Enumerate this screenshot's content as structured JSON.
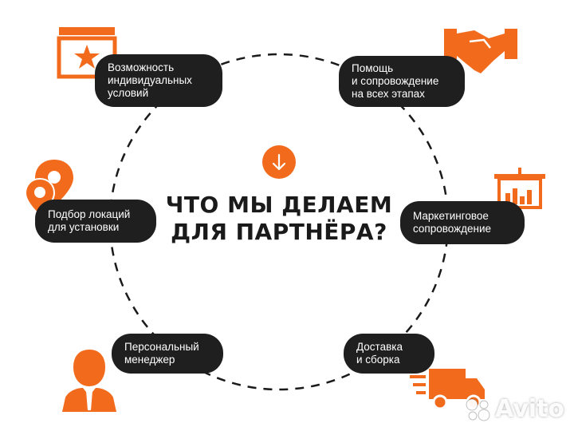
{
  "title": "ЧТО МЫ ДЕЛАЕМ\nДЛЯ ПАРТНЁРА?",
  "accent_color": "#f26b1d",
  "pill_color": "#1f1f1f",
  "items": [
    {
      "label": "Возможность\nиндивидуальных\nусловий",
      "icon": "star-calendar-icon"
    },
    {
      "label": "Помощь\nи сопровождение\nна всех этапах",
      "icon": "handshake-icon"
    },
    {
      "label": "Подбор локаций\nдля установки",
      "icon": "location-pins-icon"
    },
    {
      "label": "Маркетинговое\nсопровождение",
      "icon": "chart-board-icon"
    },
    {
      "label": "Персональный\nменеджер",
      "icon": "manager-person-icon"
    },
    {
      "label": "Доставка\nи сборка",
      "icon": "delivery-truck-icon"
    }
  ],
  "watermark": "Avito"
}
